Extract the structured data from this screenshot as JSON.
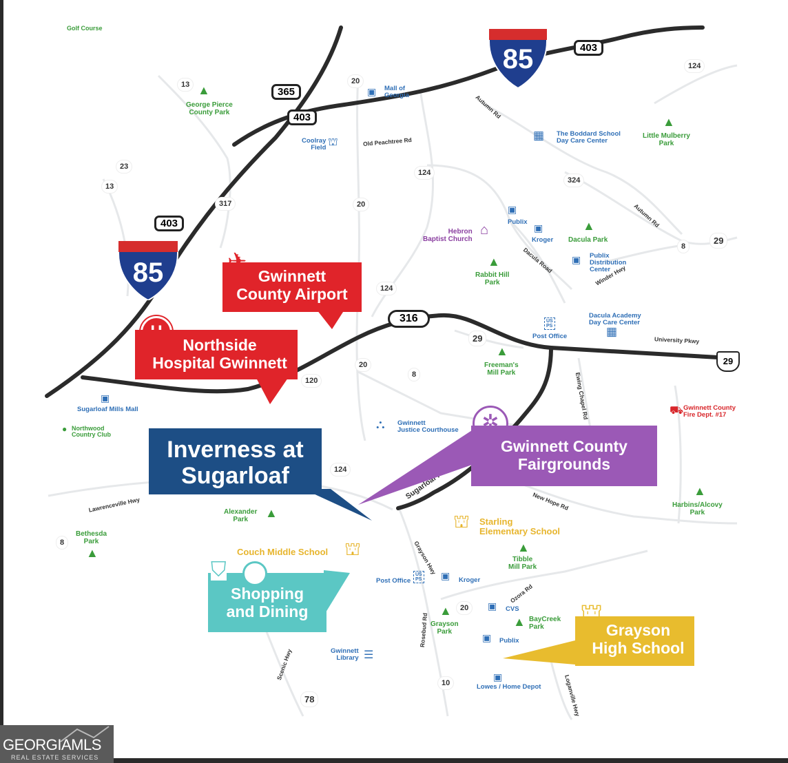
{
  "map": {
    "highways": {
      "i85_top": "85",
      "i85_left": "85",
      "route_403_top": "403",
      "route_365": "365",
      "route_403_mid": "403",
      "route_403_left": "403",
      "route_316": "316",
      "route_29_right": "29"
    },
    "routes": [
      "124",
      "13",
      "20",
      "23",
      "13",
      "317",
      "124",
      "20",
      "324",
      "8",
      "29",
      "124",
      "29",
      "20",
      "8",
      "120",
      "124",
      "8",
      "20",
      "10",
      "78"
    ],
    "roads": {
      "autumn_rd_top": "Autumn Rd",
      "old_peachtree": "Old Peachtree Rd",
      "autumn_rd_mid": "Autumn Rd",
      "dacula_road": "Dacula Road",
      "winder_hwy": "Winder Hwy",
      "university_pkwy": "University Pkwy",
      "ewing_chapel": "Ewing Chapel Rd",
      "sugarloaf_pkwy": "Sugarloaf Pkwy",
      "new_hope_rd": "New Hope Rd",
      "lawrenceville_hwy": "Lawrenceville Hwy",
      "grayson_hwy": "Grayson Hwy",
      "ozora_rd": "Ozora Rd",
      "rosebud_rd": "Rosebud Rd",
      "scenic_hwy": "Scenic Hwy",
      "loganville_hwy": "Loganville Hwy"
    },
    "places": {
      "golf_course": "Golf Course",
      "george_pierce": "George Pierce\nCounty Park",
      "mall_of_georgia": "Mall of\nGeorgia",
      "coolray_field": "Coolray\nField",
      "boddard_school": "The Boddard School\nDay Care Center",
      "little_mulberry": "Little Mulberry\nPark",
      "publix_1": "Publix",
      "kroger_1": "Kroger",
      "hebron_church": "Hebron\nBaptist Church",
      "dacula_park": "Dacula Park",
      "publix_distribution": "Publix\nDistribution\nCenter",
      "rabbit_hill": "Rabbit Hill\nPark",
      "dacula_academy": "Dacula Academy\nDay Care Center",
      "post_office_1": "Post Office",
      "freemans_mill": "Freeman's\nMill Park",
      "sugarloaf_mills": "Sugarloaf Mills Mall",
      "northwood_cc": "Northwood\nCountry Club",
      "justice_courthouse": "Gwinnett\nJustice Courthouse",
      "fire_dept": "Gwinnett County\nFire Dept. #17",
      "alexander_park": "Alexander\nPark",
      "bethesda_park": "Bethesda\nPark",
      "harbins_park": "Harbins/Alcovy\nPark",
      "couch_middle": "Couch Middle School",
      "starling_elementary": "Starling\nElementary School",
      "tibble_mill": "Tibble\nMill Park",
      "post_office_2": "Post Office",
      "kroger_2": "Kroger",
      "cvs": "CVS",
      "baycreek": "BayCreek\nPark",
      "grayson_park": "Grayson\nPark",
      "publix_2": "Publix",
      "gwinnett_library": "Gwinnett\nLibrary",
      "lowes_home_depot": "Lowes / Home Depot"
    },
    "callouts": {
      "airport": "Gwinnett\nCounty Airport",
      "hospital": "Northside\nHospital Gwinnett",
      "inverness": "Inverness at\nSugarloaf",
      "fairgrounds": "Gwinnett County\nFairgrounds",
      "shopping": "Shopping\nand Dining",
      "grayson_high": "Grayson\nHigh School"
    },
    "colors": {
      "airport": "#e0242a",
      "hospital": "#e0242a",
      "inverness": "#1d4e85",
      "fairgrounds": "#9b59b6",
      "shopping": "#5bc7c4",
      "grayson_high": "#e8bc2e",
      "highway": "#2b2b2b"
    }
  },
  "branding": {
    "logo_main": "GEORGIAMLS",
    "logo_sub": "REAL ESTATE SERVICES"
  }
}
